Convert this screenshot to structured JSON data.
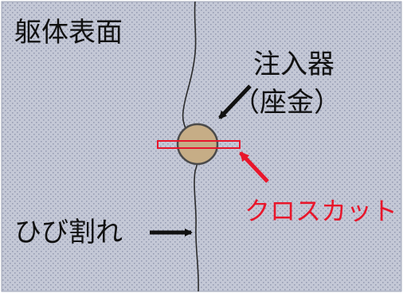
{
  "diagram": {
    "labels": {
      "surface": "躯体表面",
      "injector_line1": "注入器",
      "injector_line2": "（座金）",
      "crosscut": "クロスカット",
      "crack": "ひび割れ"
    },
    "colors": {
      "background": "#c4c8d6",
      "texture_dot": "#8f95ad",
      "crack_line": "#2b2b2b",
      "washer_fill": "#c6ad86",
      "washer_stroke": "#4a4a4a",
      "crosscut_stroke": "#e8162b",
      "crosscut_text": "#e8162b",
      "label_text": "#111111",
      "arrow": "#111111"
    }
  }
}
